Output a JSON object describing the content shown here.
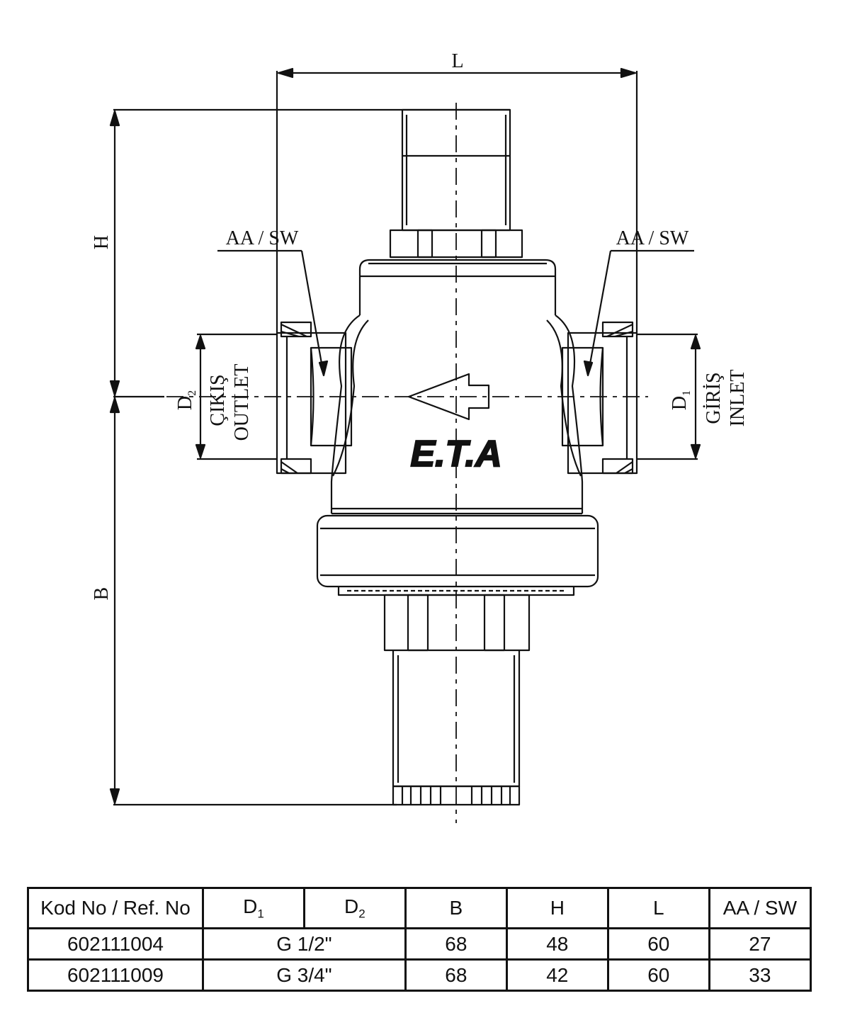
{
  "drawing": {
    "dim_L": "L",
    "dim_H": "H",
    "dim_B": "B",
    "left_wrench_label": "AA / SW",
    "right_wrench_label": "AA / SW",
    "outlet_dim": "D",
    "outlet_dim_sub": "2",
    "inlet_dim": "D",
    "inlet_dim_sub": "1",
    "outlet_tr": "ÇIKIŞ",
    "outlet_en": "OUTLET",
    "inlet_tr": "GİRİŞ",
    "inlet_en": "INLET",
    "brand": "E.T.A"
  },
  "table": {
    "headers": {
      "code": "Kod No / Ref. No",
      "d1": "D",
      "d1_sub": "1",
      "d2": "D",
      "d2_sub": "2",
      "b": "B",
      "h": "H",
      "l": "L",
      "aa": "AA / SW"
    },
    "rows": [
      {
        "code": "602111004",
        "size": "G 1/2\"",
        "b": "68",
        "h": "48",
        "l": "60",
        "aa": "27"
      },
      {
        "code": "602111009",
        "size": "G 3/4\"",
        "b": "68",
        "h": "42",
        "l": "60",
        "aa": "33"
      }
    ]
  }
}
